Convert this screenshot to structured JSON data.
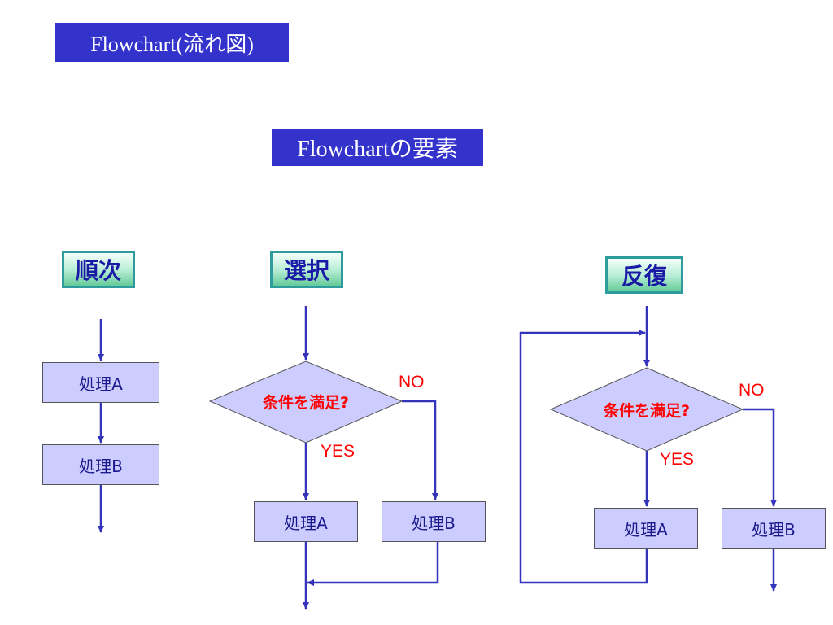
{
  "slide_title": "Flowchart(流れ図)",
  "elements_title": "Flowchartの要素",
  "categories": {
    "sequence": "順次",
    "selection": "選択",
    "loop": "反復"
  },
  "sequence": {
    "process_a": "処理A",
    "process_b": "処理B"
  },
  "selection": {
    "condition": "条件を満足?",
    "no_label": "NO",
    "yes_label": "YES",
    "process_a": "処理A",
    "process_b": "処理B"
  },
  "loop": {
    "condition": "条件を満足?",
    "no_label": "NO",
    "yes_label": "YES",
    "process_a": "処理A",
    "process_b": "処理B"
  },
  "colors": {
    "title_bg": "#3333cc",
    "process_fill": "#ccccff",
    "diamond_fill": "#ccccff",
    "arrow": "#3333bb",
    "condition_text": "#ff0000",
    "label_text": "#1a1aa6"
  }
}
